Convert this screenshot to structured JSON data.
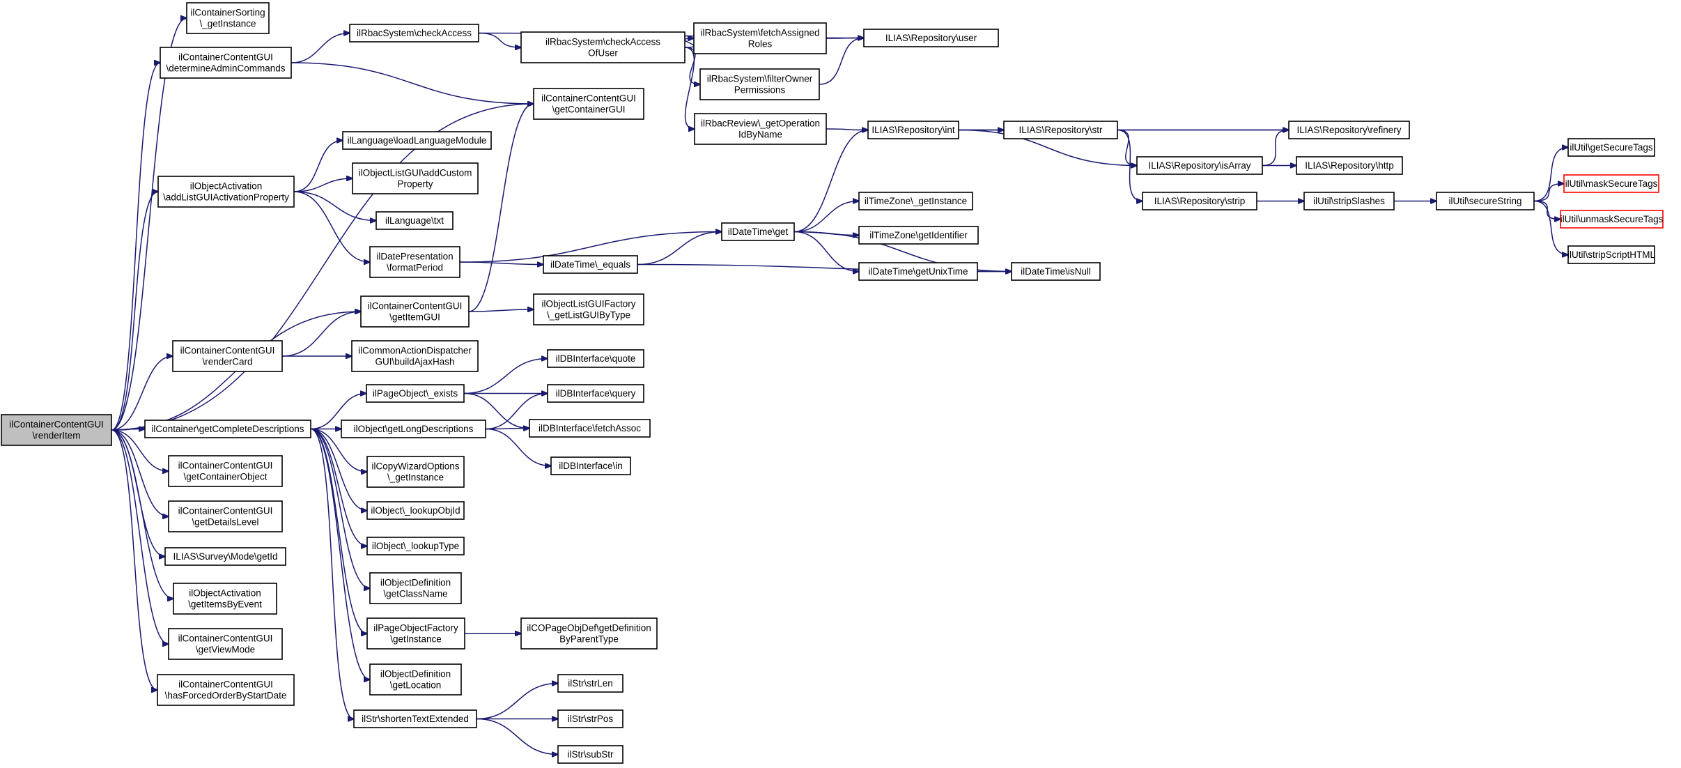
{
  "graph": {
    "nodes": {
      "root": {
        "lines": [
          "ilContainerContentGUI",
          "\\renderItem"
        ],
        "style": "root"
      },
      "sort": {
        "lines": [
          "ilContainerSorting",
          "\\_getInstance"
        ]
      },
      "admin": {
        "lines": [
          "ilContainerContentGUI",
          "\\determineAdminCommands"
        ]
      },
      "rbacAccess": {
        "lines": [
          "ilRbacSystem\\checkAccess"
        ]
      },
      "rbacAccessOf": {
        "lines": [
          "ilRbacSystem\\checkAccess",
          "OfUser"
        ]
      },
      "fetchRoles": {
        "lines": [
          "ilRbacSystem\\fetchAssigned",
          "Roles"
        ]
      },
      "filterOwner": {
        "lines": [
          "ilRbacSystem\\filterOwner",
          "Permissions"
        ]
      },
      "user": {
        "lines": [
          "ILIAS\\Repository\\user"
        ]
      },
      "getContainerGUI": {
        "lines": [
          "ilContainerContentGUI",
          "\\getContainerGUI"
        ]
      },
      "opId": {
        "lines": [
          "ilRbacReview\\_getOperation",
          "IdByName"
        ]
      },
      "loadLang": {
        "lines": [
          "ilLanguage\\loadLanguageModule"
        ]
      },
      "addCustom": {
        "lines": [
          "ilObjectListGUI\\addCustom",
          "Property"
        ]
      },
      "activation": {
        "lines": [
          "ilObjectActivation",
          "\\addListGUIActivationProperty"
        ]
      },
      "txt": {
        "lines": [
          "ilLanguage\\txt"
        ]
      },
      "datePres": {
        "lines": [
          "ilDatePresentation",
          "\\formatPeriod"
        ]
      },
      "dateEquals": {
        "lines": [
          "ilDateTime\\_equals"
        ]
      },
      "dateGet": {
        "lines": [
          "ilDateTime\\get"
        ]
      },
      "tzInstance": {
        "lines": [
          "ilTimeZone\\_getInstance"
        ]
      },
      "tzId": {
        "lines": [
          "ilTimeZone\\getIdentifier"
        ]
      },
      "unixTime": {
        "lines": [
          "ilDateTime\\getUnixTime"
        ]
      },
      "isNull": {
        "lines": [
          "ilDateTime\\isNull"
        ]
      },
      "repoInt": {
        "lines": [
          "ILIAS\\Repository\\int"
        ]
      },
      "repoStr": {
        "lines": [
          "ILIAS\\Repository\\str"
        ]
      },
      "refinery": {
        "lines": [
          "ILIAS\\Repository\\refinery"
        ]
      },
      "isArray": {
        "lines": [
          "ILIAS\\Repository\\isArray"
        ]
      },
      "http": {
        "lines": [
          "ILIAS\\Repository\\http"
        ]
      },
      "strip": {
        "lines": [
          "ILIAS\\Repository\\strip"
        ]
      },
      "stripSlashes": {
        "lines": [
          "ilUtil\\stripSlashes"
        ]
      },
      "secure": {
        "lines": [
          "ilUtil\\secureString"
        ]
      },
      "getSecure": {
        "lines": [
          "ilUtil\\getSecureTags"
        ]
      },
      "mask": {
        "lines": [
          "ilUtil\\maskSecureTags"
        ],
        "style": "red"
      },
      "unmask": {
        "lines": [
          "ilUtil\\unmaskSecureTags"
        ],
        "style": "red"
      },
      "stripScript": {
        "lines": [
          "ilUtil\\stripScriptHTML"
        ]
      },
      "getItemGUI": {
        "lines": [
          "ilContainerContentGUI",
          "\\getItemGUI"
        ]
      },
      "listFactory": {
        "lines": [
          "ilObjectListGUIFactory",
          "\\_getListGUIByType"
        ]
      },
      "renderCard": {
        "lines": [
          "ilContainerContentGUI",
          "\\renderCard"
        ]
      },
      "ajaxHash": {
        "lines": [
          "ilCommonActionDispatcher",
          "GUI\\buildAjaxHash"
        ]
      },
      "pageExists": {
        "lines": [
          "ilPageObject\\_exists"
        ]
      },
      "quote": {
        "lines": [
          "ilDBInterface\\quote"
        ]
      },
      "query": {
        "lines": [
          "ilDBInterface\\query"
        ]
      },
      "fetchAssoc": {
        "lines": [
          "ilDBInterface\\fetchAssoc"
        ]
      },
      "dbIn": {
        "lines": [
          "ilDBInterface\\in"
        ]
      },
      "complete": {
        "lines": [
          "ilContainer\\getCompleteDescriptions"
        ]
      },
      "longDesc": {
        "lines": [
          "ilObject\\getLongDescriptions"
        ]
      },
      "copyWiz": {
        "lines": [
          "ilCopyWizardOptions",
          "\\_getInstance"
        ]
      },
      "lookupObjId": {
        "lines": [
          "ilObject\\_lookupObjId"
        ]
      },
      "lookupType": {
        "lines": [
          "ilObject\\_lookupType"
        ]
      },
      "objDefClass": {
        "lines": [
          "ilObjectDefinition",
          "\\getClassName"
        ]
      },
      "pageFactory": {
        "lines": [
          "ilPageObjectFactory",
          "\\getInstance"
        ]
      },
      "copgDef": {
        "lines": [
          "ilCOPageObjDef\\getDefinition",
          "ByParentType"
        ]
      },
      "objDefLoc": {
        "lines": [
          "ilObjectDefinition",
          "\\getLocation"
        ]
      },
      "shorten": {
        "lines": [
          "ilStr\\shortenTextExtended"
        ]
      },
      "strLen": {
        "lines": [
          "ilStr\\strLen"
        ]
      },
      "strPos": {
        "lines": [
          "ilStr\\strPos"
        ]
      },
      "subStr": {
        "lines": [
          "ilStr\\subStr"
        ]
      },
      "getContainerObject": {
        "lines": [
          "ilContainerContentGUI",
          "\\getContainerObject"
        ]
      },
      "detailsLevel": {
        "lines": [
          "ilContainerContentGUI",
          "\\getDetailsLevel"
        ]
      },
      "surveyMode": {
        "lines": [
          "ILIAS\\Survey\\Mode\\getId"
        ]
      },
      "itemsByEvent": {
        "lines": [
          "ilObjectActivation",
          "\\getItemsByEvent"
        ]
      },
      "viewMode": {
        "lines": [
          "ilContainerContentGUI",
          "\\getViewMode"
        ]
      },
      "forcedOrder": {
        "lines": [
          "ilContainerContentGUI",
          "\\hasForcedOrderByStartDate"
        ]
      }
    },
    "edges": [
      [
        "root",
        "sort"
      ],
      [
        "root",
        "admin"
      ],
      [
        "root",
        "getContainerGUI"
      ],
      [
        "root",
        "activation"
      ],
      [
        "root",
        "getItemGUI"
      ],
      [
        "root",
        "renderCard"
      ],
      [
        "root",
        "complete"
      ],
      [
        "root",
        "getContainerObject"
      ],
      [
        "root",
        "detailsLevel"
      ],
      [
        "root",
        "surveyMode"
      ],
      [
        "root",
        "itemsByEvent"
      ],
      [
        "root",
        "viewMode"
      ],
      [
        "root",
        "forcedOrder"
      ],
      [
        "admin",
        "rbacAccess"
      ],
      [
        "admin",
        "getContainerGUI"
      ],
      [
        "rbacAccess",
        "user"
      ],
      [
        "rbacAccess",
        "rbacAccessOf"
      ],
      [
        "rbacAccessOf",
        "fetchRoles"
      ],
      [
        "rbacAccessOf",
        "filterOwner"
      ],
      [
        "rbacAccessOf",
        "opId"
      ],
      [
        "fetchRoles",
        "user"
      ],
      [
        "filterOwner",
        "user"
      ],
      [
        "opId",
        "repoInt"
      ],
      [
        "activation",
        "loadLang"
      ],
      [
        "activation",
        "addCustom"
      ],
      [
        "activation",
        "txt"
      ],
      [
        "activation",
        "datePres"
      ],
      [
        "datePres",
        "dateGet"
      ],
      [
        "datePres",
        "dateEquals"
      ],
      [
        "dateEquals",
        "dateGet"
      ],
      [
        "dateEquals",
        "isNull"
      ],
      [
        "dateGet",
        "repoInt"
      ],
      [
        "dateGet",
        "tzInstance"
      ],
      [
        "dateGet",
        "tzId"
      ],
      [
        "dateGet",
        "unixTime"
      ],
      [
        "dateGet",
        "isNull"
      ],
      [
        "unixTime",
        "isNull"
      ],
      [
        "repoInt",
        "repoStr"
      ],
      [
        "repoInt",
        "refinery"
      ],
      [
        "repoInt",
        "isArray"
      ],
      [
        "repoStr",
        "refinery"
      ],
      [
        "repoStr",
        "isArray"
      ],
      [
        "repoStr",
        "strip"
      ],
      [
        "isArray",
        "refinery"
      ],
      [
        "isArray",
        "http"
      ],
      [
        "strip",
        "stripSlashes"
      ],
      [
        "stripSlashes",
        "secure"
      ],
      [
        "secure",
        "getSecure"
      ],
      [
        "secure",
        "mask"
      ],
      [
        "secure",
        "unmask"
      ],
      [
        "secure",
        "stripScript"
      ],
      [
        "getItemGUI",
        "getContainerGUI"
      ],
      [
        "getItemGUI",
        "listFactory"
      ],
      [
        "renderCard",
        "getItemGUI"
      ],
      [
        "renderCard",
        "ajaxHash"
      ],
      [
        "complete",
        "pageExists"
      ],
      [
        "complete",
        "longDesc"
      ],
      [
        "complete",
        "copyWiz"
      ],
      [
        "complete",
        "lookupObjId"
      ],
      [
        "complete",
        "lookupType"
      ],
      [
        "complete",
        "objDefClass"
      ],
      [
        "complete",
        "pageFactory"
      ],
      [
        "complete",
        "objDefLoc"
      ],
      [
        "complete",
        "shorten"
      ],
      [
        "pageExists",
        "quote"
      ],
      [
        "pageExists",
        "query"
      ],
      [
        "pageExists",
        "fetchAssoc"
      ],
      [
        "longDesc",
        "query"
      ],
      [
        "longDesc",
        "fetchAssoc"
      ],
      [
        "longDesc",
        "dbIn"
      ],
      [
        "pageFactory",
        "copgDef"
      ],
      [
        "shorten",
        "strLen"
      ],
      [
        "shorten",
        "strPos"
      ],
      [
        "shorten",
        "subStr"
      ]
    ]
  }
}
